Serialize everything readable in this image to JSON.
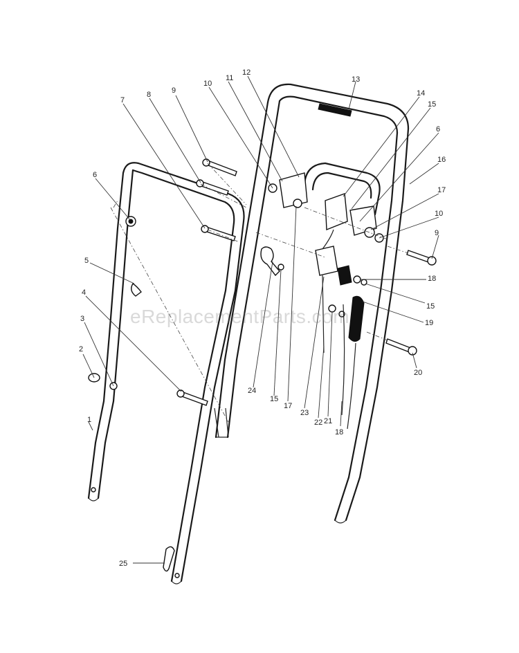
{
  "watermark": "eReplacementParts.com",
  "callouts": {
    "c1": "1",
    "c2": "2",
    "c3": "3",
    "c4": "4",
    "c5": "5",
    "c6a": "6",
    "c6b": "6",
    "c7": "7",
    "c8": "8",
    "c9a": "9",
    "c9b": "9",
    "c10a": "10",
    "c10b": "10",
    "c11": "11",
    "c12": "12",
    "c13": "13",
    "c14": "14",
    "c15a": "15",
    "c15b": "15",
    "c15c": "15",
    "c16": "16",
    "c17a": "17",
    "c17b": "17",
    "c18a": "18",
    "c18b": "18",
    "c19": "19",
    "c20": "20",
    "c21": "21",
    "c22": "22",
    "c23": "23",
    "c24": "24",
    "c25": "25"
  }
}
